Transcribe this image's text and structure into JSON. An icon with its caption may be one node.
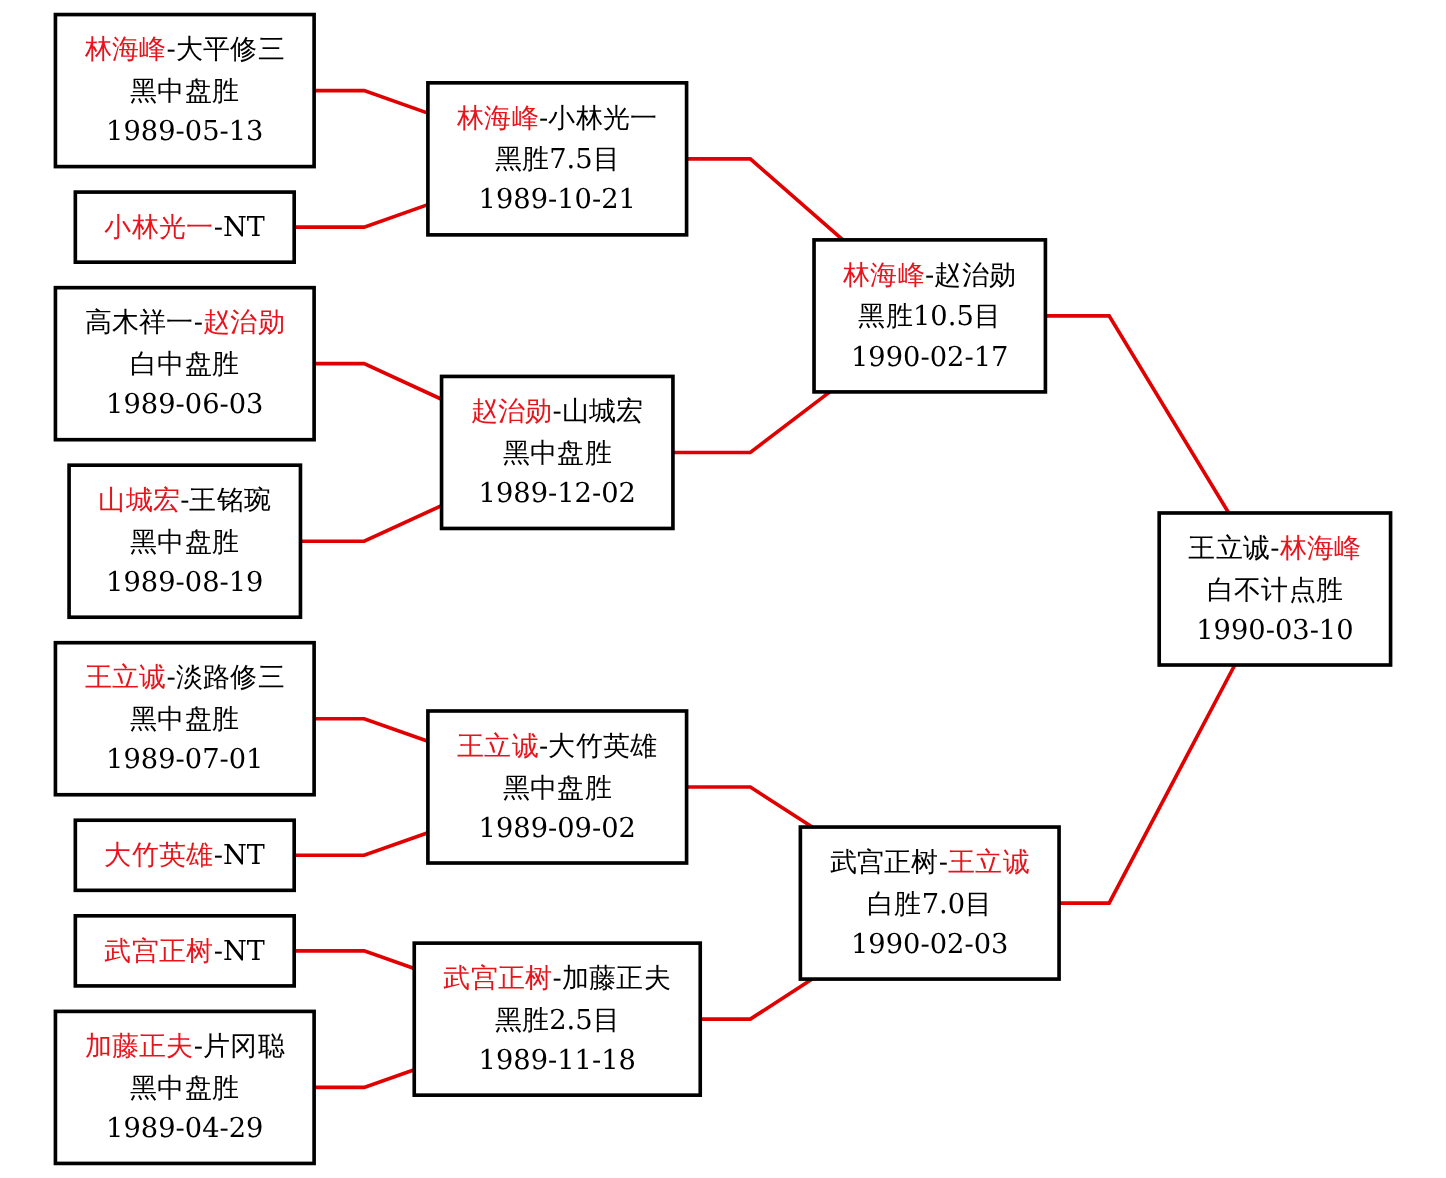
{
  "diagram": {
    "nodes": [
      {
        "text": [
          "林海峰-大平修三",
          "黑中盘胜",
          "1989-05-13"
        ]
      },
      {
        "text": [
          "小林光一-NT"
        ]
      },
      {
        "text": [
          "高木祥一-赵治勋",
          "白中盘胜",
          "1989-06-03"
        ]
      },
      {
        "text": [
          "山城宏-王铭琬",
          "黑中盘胜",
          "1989-08-19"
        ]
      },
      {
        "text": [
          "王立诚-淡路修三",
          "黑中盘胜",
          "1989-07-01"
        ]
      },
      {
        "text": [
          "大竹英雄-NT"
        ]
      },
      {
        "text": [
          "武宫正树-NT"
        ]
      },
      {
        "text": [
          "加藤正夫-片冈聪",
          "黑中盘胜",
          "1989-04-29"
        ]
      },
      {
        "text": [
          "林海峰-小林光一",
          "黑胜7.5目",
          "1989-10-21"
        ]
      },
      {
        "text": [
          "赵治勋-山城宏",
          "黑中盘胜",
          "1989-12-02"
        ]
      },
      {
        "text": [
          "王立诚-大竹英雄",
          "黑中盘胜",
          "1989-09-02"
        ]
      },
      {
        "text": [
          "武宫正树-加藤正夫",
          "黑胜2.5目",
          "1989-11-18"
        ]
      },
      {
        "text": [
          "林海峰-赵治勋",
          "黑胜10.5目",
          "1990-02-17"
        ]
      },
      {
        "text": [
          "武宫正树-王立诚",
          "白胜7.0目",
          "1990-02-03"
        ]
      },
      {
        "text": [
          "王立诚-林海峰",
          "白不计点胜",
          "1990-03-10"
        ]
      }
    ],
    "edges": [
      {
        "from": 0,
        "to": 8,
        "arrow": "none"
      },
      {
        "from": 1,
        "to": 8,
        "arrow": "none"
      },
      {
        "from": 2,
        "to": 9,
        "arrow": "none"
      },
      {
        "from": 3,
        "to": 9,
        "arrow": "none"
      },
      {
        "from": 4,
        "to": 10,
        "arrow": "none"
      },
      {
        "from": 5,
        "to": 10,
        "arrow": "none"
      },
      {
        "from": 6,
        "to": 11,
        "arrow": "none"
      },
      {
        "from": 7,
        "to": 11,
        "arrow": "none"
      },
      {
        "from": 8,
        "to": 12,
        "arrow": "none"
      },
      {
        "from": 9,
        "to": 12,
        "arrow": "none"
      },
      {
        "from": 10,
        "to": 13,
        "arrow": "none"
      },
      {
        "from": 11,
        "to": 13,
        "arrow": "none"
      },
      {
        "from": 12,
        "to": 14,
        "arrow": "none"
      },
      {
        "from": 13,
        "to": 14,
        "arrow": "none"
      }
    ]
  }
}
